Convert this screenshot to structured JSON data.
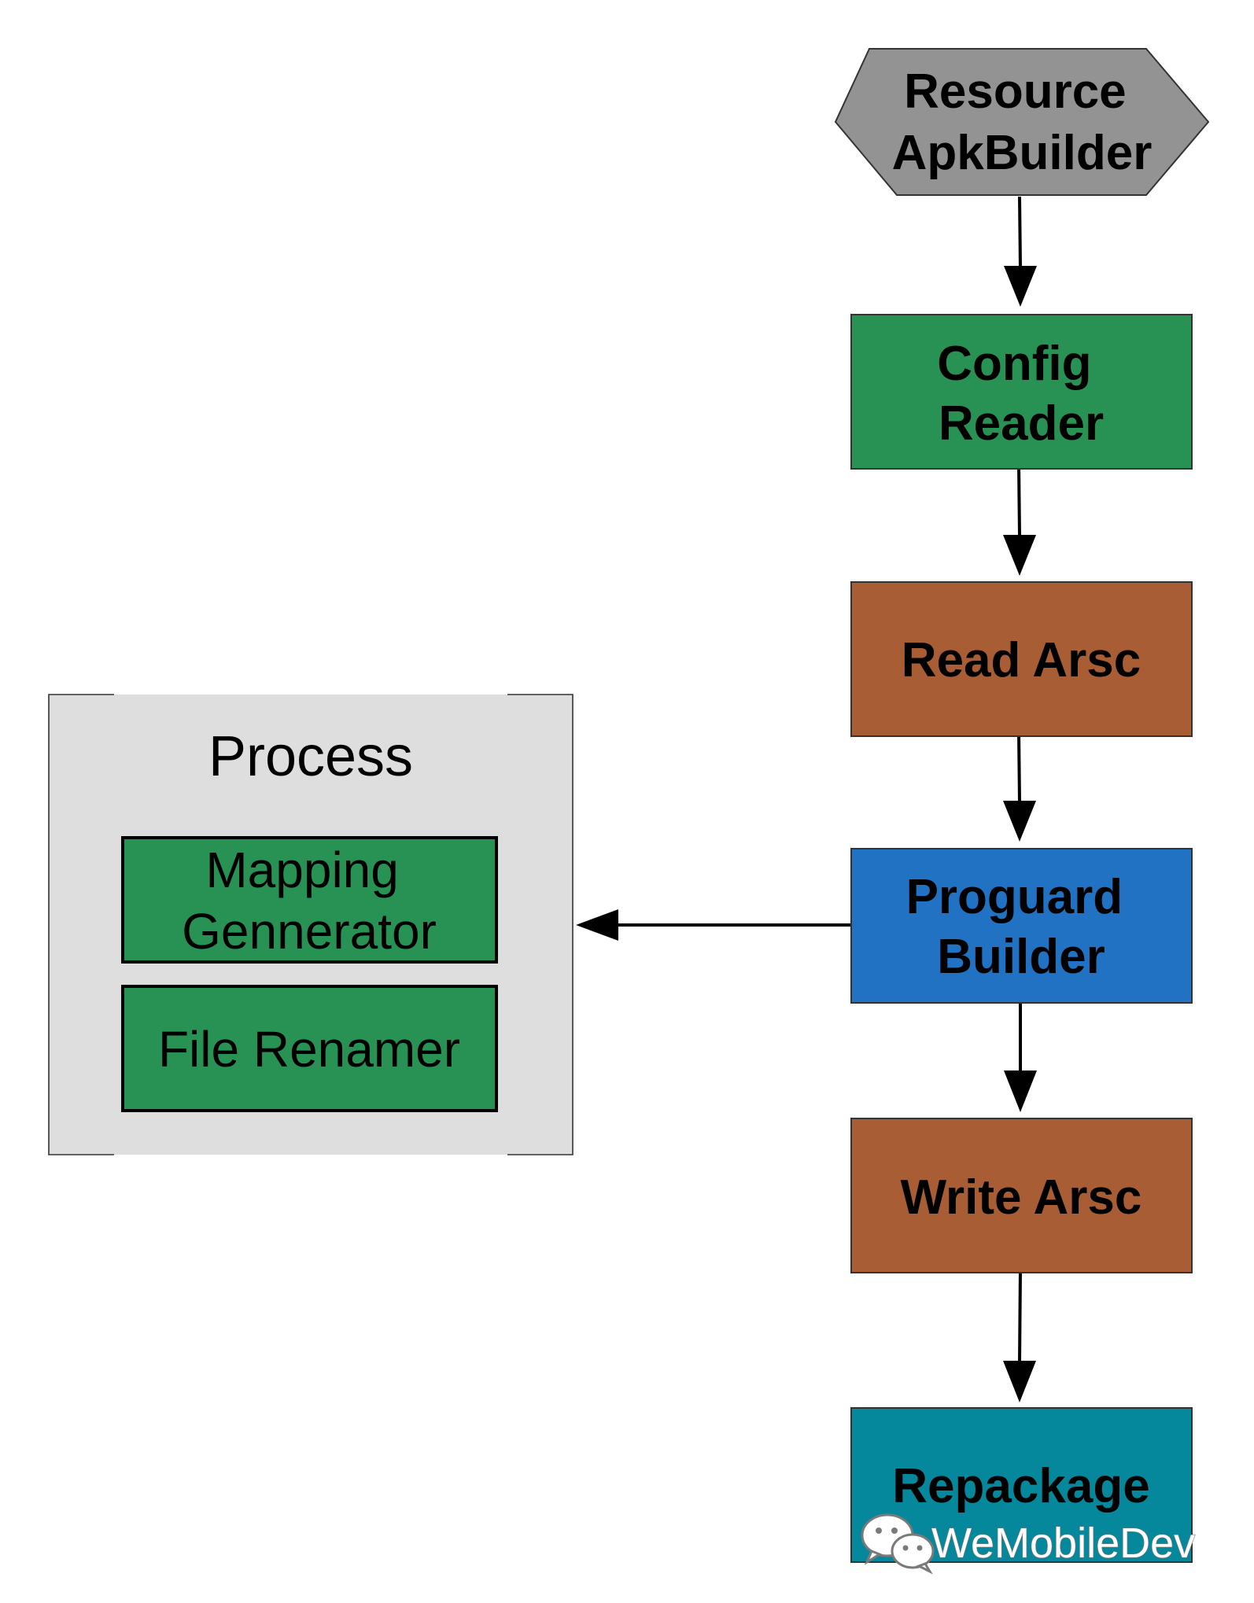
{
  "nodes": {
    "resource_apk_builder": {
      "lines": [
        "Resource",
        "ApkBuilder"
      ],
      "color": "#939393"
    },
    "config_reader": {
      "lines": [
        "Config",
        "Reader"
      ],
      "color": "#289255"
    },
    "read_arsc": {
      "lines": [
        "Read Arsc"
      ],
      "color": "#a85d35"
    },
    "proguard_builder": {
      "lines": [
        "Proguard",
        "Builder"
      ],
      "color": "#2272c3"
    },
    "write_arsc": {
      "lines": [
        "Write Arsc"
      ],
      "color": "#a85d35"
    },
    "repackage": {
      "lines": [
        "Repackage"
      ],
      "color": "#05889b"
    }
  },
  "process_group": {
    "title": "Process",
    "background": "#dedede",
    "items": [
      {
        "lines": [
          "Mapping",
          "Gennerator"
        ],
        "color": "#289255"
      },
      {
        "lines": [
          "File Renamer"
        ],
        "color": "#289255"
      }
    ]
  },
  "watermark": {
    "text": "WeMobileDev",
    "icon": "wechat-icon"
  }
}
